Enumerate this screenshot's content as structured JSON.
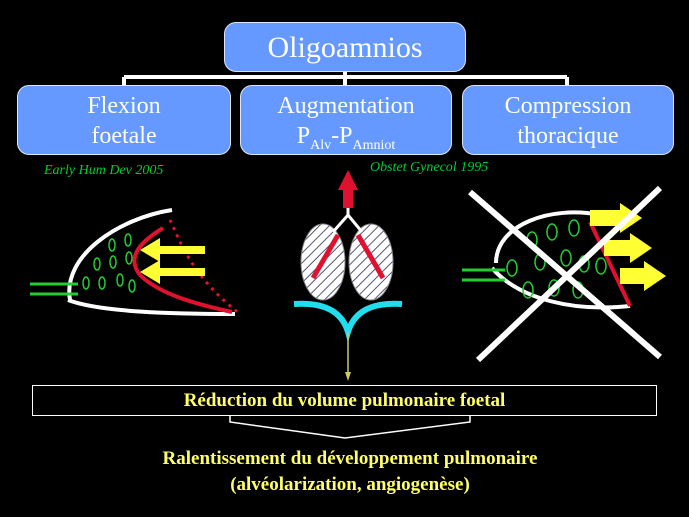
{
  "title": "Oligoamnios",
  "causes": [
    {
      "line1": "Flexion",
      "line2": "foetale"
    },
    {
      "line1": "Augmentation",
      "p1": "P",
      "p1_sub": "Alv",
      "dash": "-",
      "p2": "P",
      "p2_sub": "Amniot"
    },
    {
      "line1": "Compression",
      "line2": "thoracique"
    }
  ],
  "references": {
    "left": "Early Hum Dev 2005",
    "center": "Obstet Gynecol 1995"
  },
  "result": "Réduction du volume pulmonaire foetal",
  "conclusion": {
    "line1": "Ralentissement du développement pulmonaire",
    "line2": "(alvéolarization, angiogenèse)"
  },
  "colors": {
    "box_fill": "#6699FF",
    "highlight_text": "#FFFF66",
    "reference_text": "#00CC33",
    "arrow_red": "#E0102F",
    "airway_cyan": "#22DDEE"
  }
}
